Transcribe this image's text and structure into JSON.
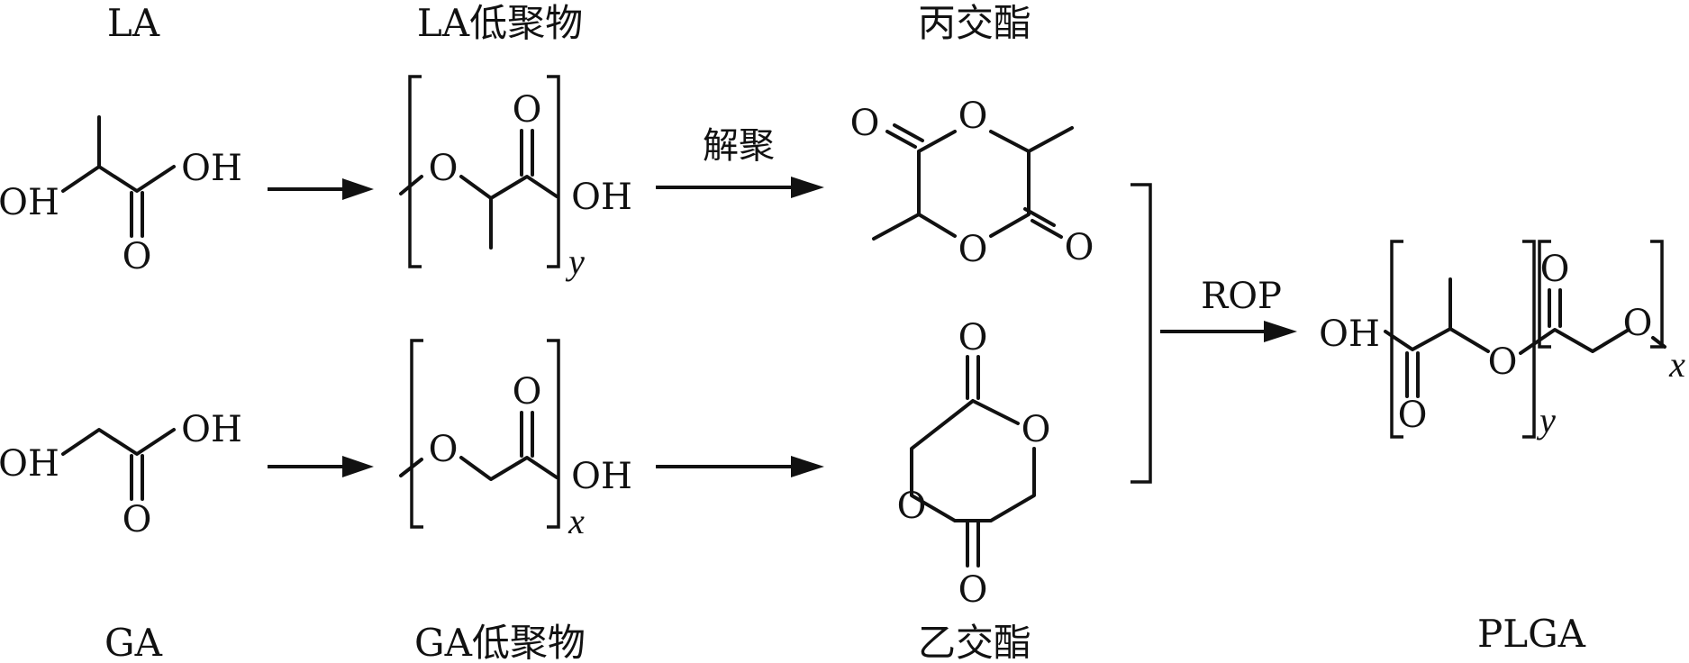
{
  "labels": {
    "la": "LA",
    "la_oligomer": "LA低聚物",
    "lactide": "丙交酯",
    "ga": "GA",
    "ga_oligomer": "GA低聚物",
    "glycolide": "乙交酯",
    "plga": "PLGA"
  },
  "arrows": {
    "depolymerization": "解聚",
    "rop": "ROP"
  },
  "atoms": {
    "oh": "OH",
    "o": "O"
  },
  "subscripts": {
    "y": "y",
    "x": "x"
  }
}
